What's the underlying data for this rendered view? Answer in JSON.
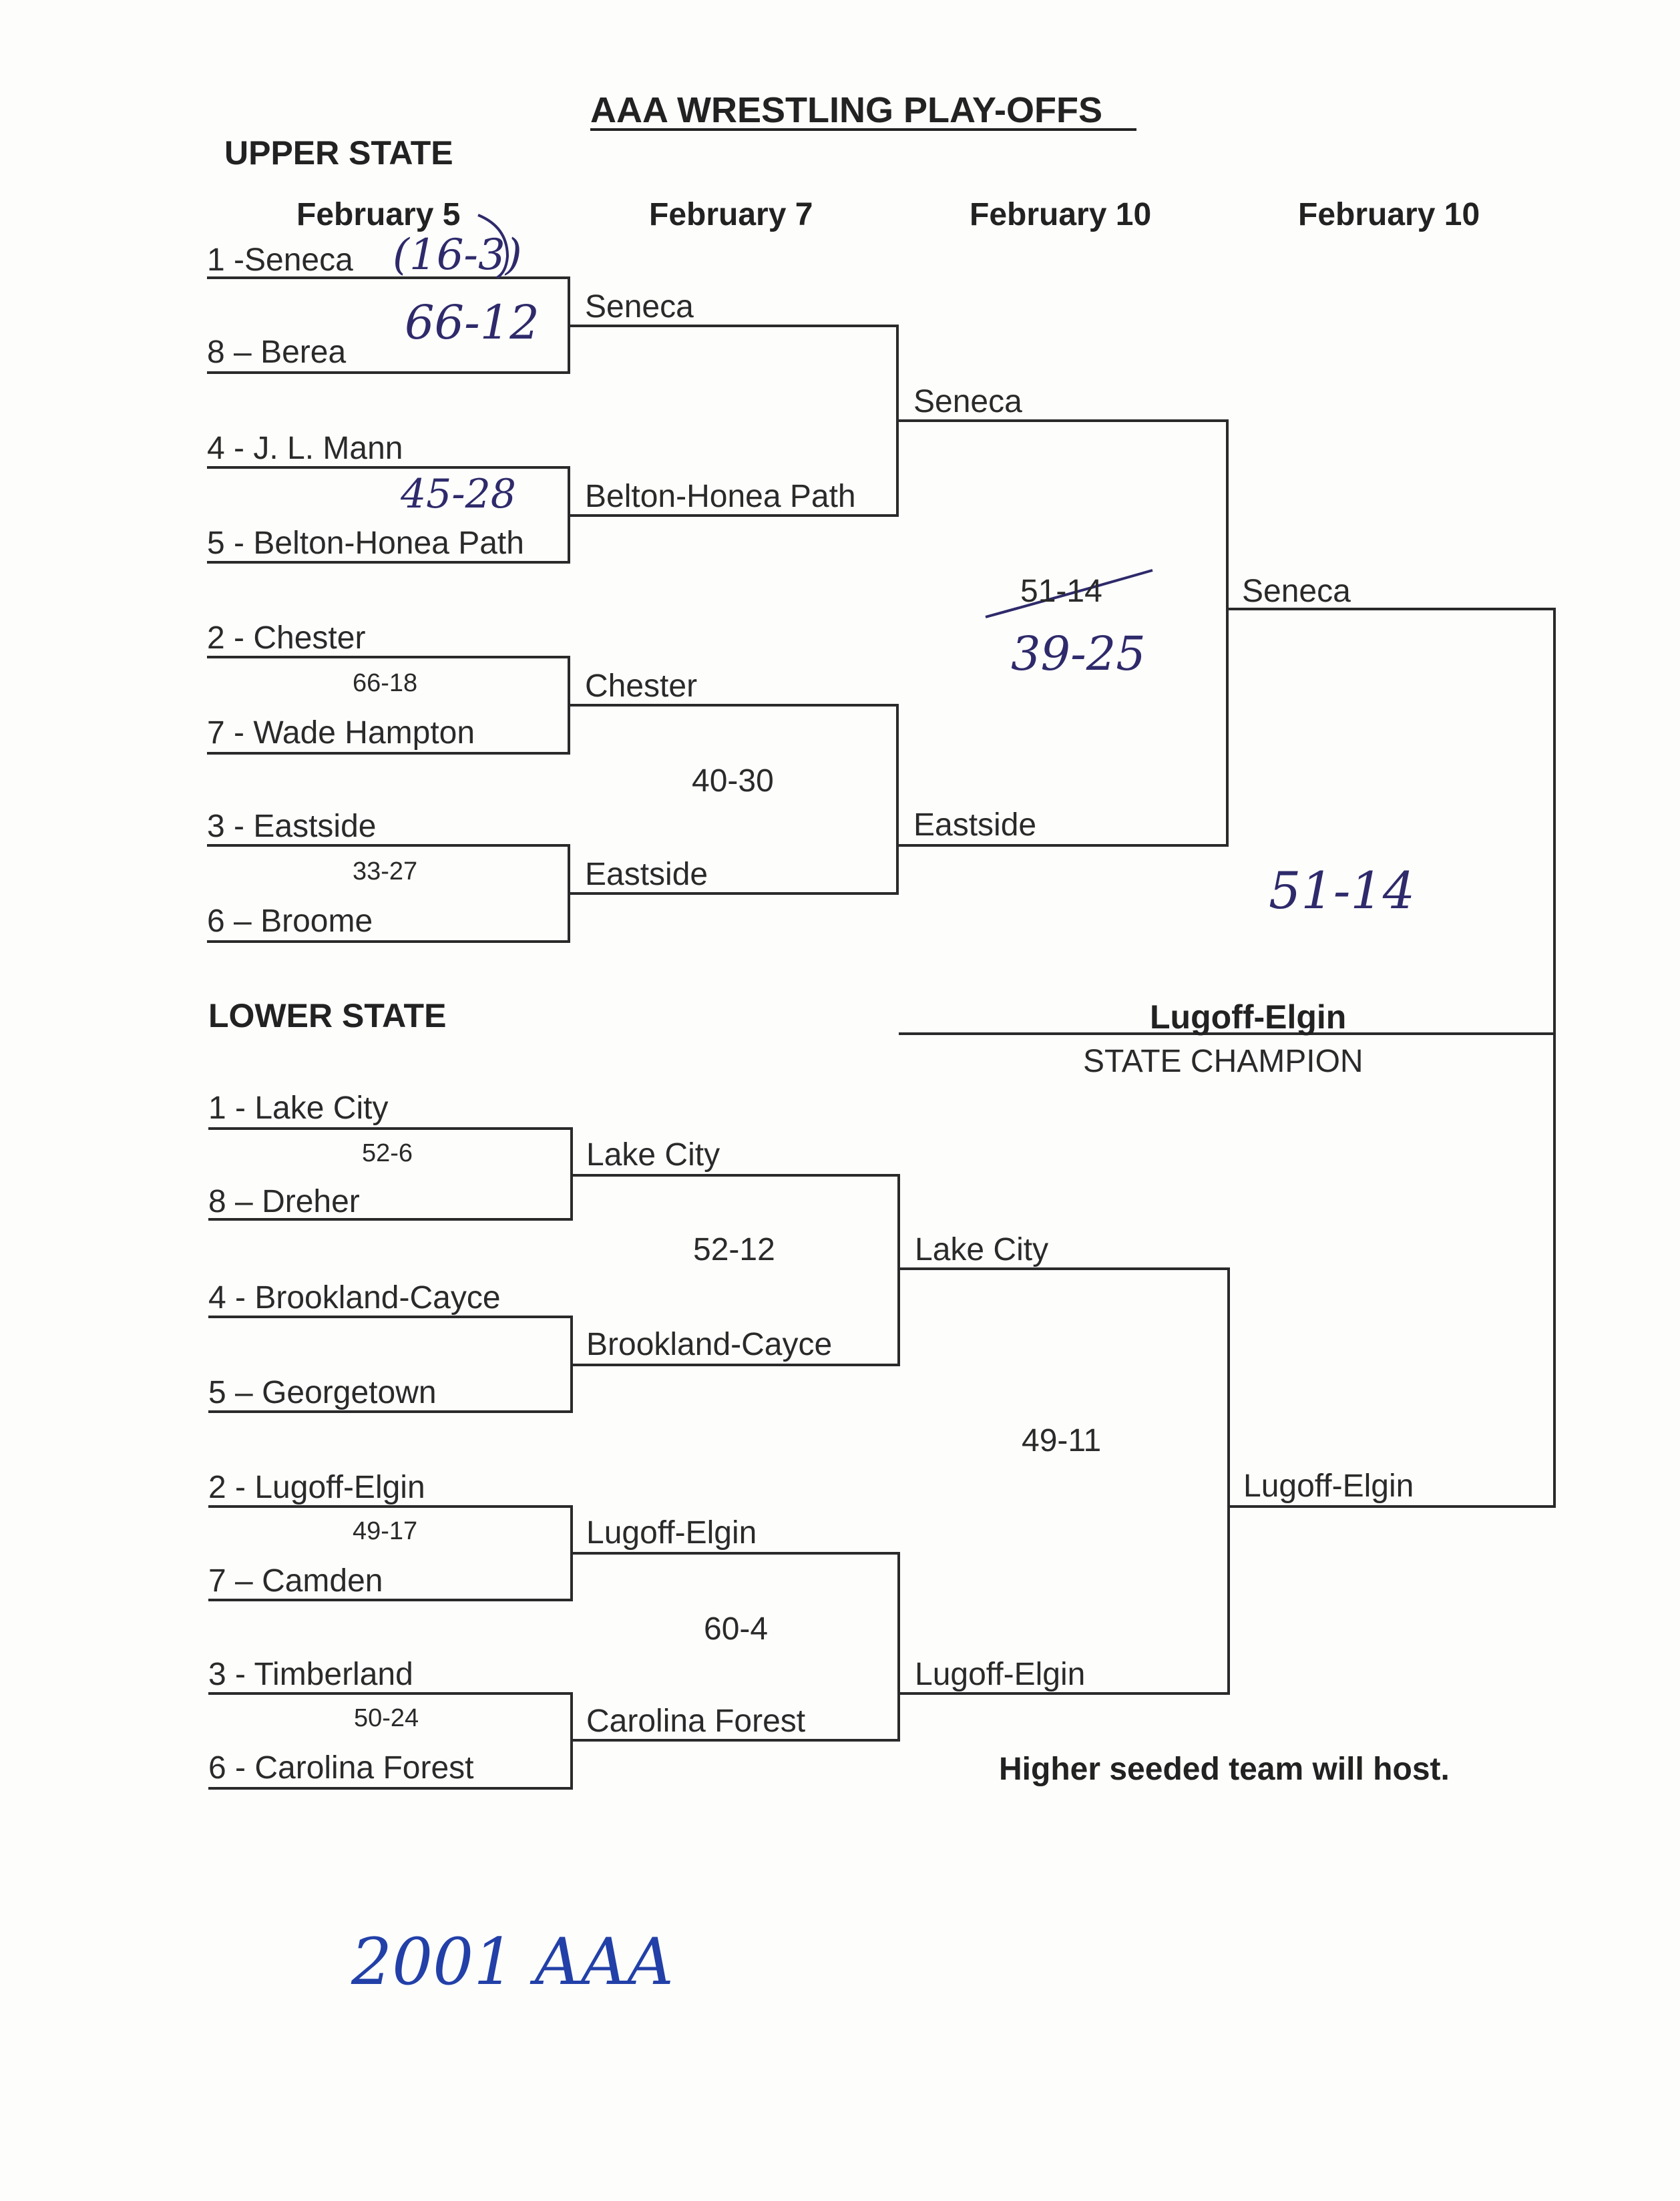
{
  "title": "AAA WRESTLING PLAY-OFFS",
  "sections": {
    "upper": "UPPER STATE",
    "lower": "LOWER STATE"
  },
  "dates": {
    "d1": "February 5",
    "d2": "February 7",
    "d3": "February 10",
    "d4": "February 10"
  },
  "upper_state": {
    "round1": [
      {
        "seed_a": "1 -Seneca",
        "seed_b": "8 – Berea",
        "score": "66-12",
        "note": "(16-3)"
      },
      {
        "seed_a": "4 - J. L. Mann",
        "seed_b": "5 - Belton-Honea Path",
        "score": "45-28"
      },
      {
        "seed_a": "2 - Chester",
        "seed_b": "7 - Wade Hampton",
        "score": "66-18"
      },
      {
        "seed_a": "3 - Eastside",
        "seed_b": "6 – Broome",
        "score": "33-27"
      }
    ],
    "round2": {
      "winners": [
        "Seneca",
        "Belton-Honea Path",
        "Chester",
        "Eastside"
      ],
      "score_lower_pair": "40-30"
    },
    "semifinal": {
      "winners": [
        "Seneca",
        "Eastside"
      ],
      "score_struck": "51-14",
      "score": "39-25"
    },
    "final_winner": "Seneca"
  },
  "lower_state": {
    "round1": [
      {
        "seed_a": "1 - Lake City",
        "seed_b": "8 – Dreher",
        "score": "52-6"
      },
      {
        "seed_a": "4 - Brookland-Cayce",
        "seed_b": "5 – Georgetown"
      },
      {
        "seed_a": "2 - Lugoff-Elgin",
        "seed_b": "7 – Camden",
        "score": "49-17"
      },
      {
        "seed_a": "3 - Timberland",
        "seed_b": "6 - Carolina Forest",
        "score": "50-24"
      }
    ],
    "round2": {
      "winners": [
        "Lake City",
        "Brookland-Cayce",
        "Lugoff-Elgin",
        "Carolina Forest"
      ],
      "score_upper_pair": "52-12",
      "score_lower_pair": "60-4"
    },
    "semifinal": {
      "winners": [
        "Lake City",
        "Lugoff-Elgin"
      ],
      "score": "49-11"
    },
    "final_winner": "Lugoff-Elgin"
  },
  "championship": {
    "champion": "Lugoff-Elgin",
    "label": "STATE CHAMPION",
    "score": "51-14"
  },
  "footer_note": "Higher seeded team will host.",
  "handwritten_label": "2001 AAA",
  "colors": {
    "ink": "#222222",
    "handwriting": "#2e2a6b",
    "handwriting_blue": "#2240a8"
  }
}
